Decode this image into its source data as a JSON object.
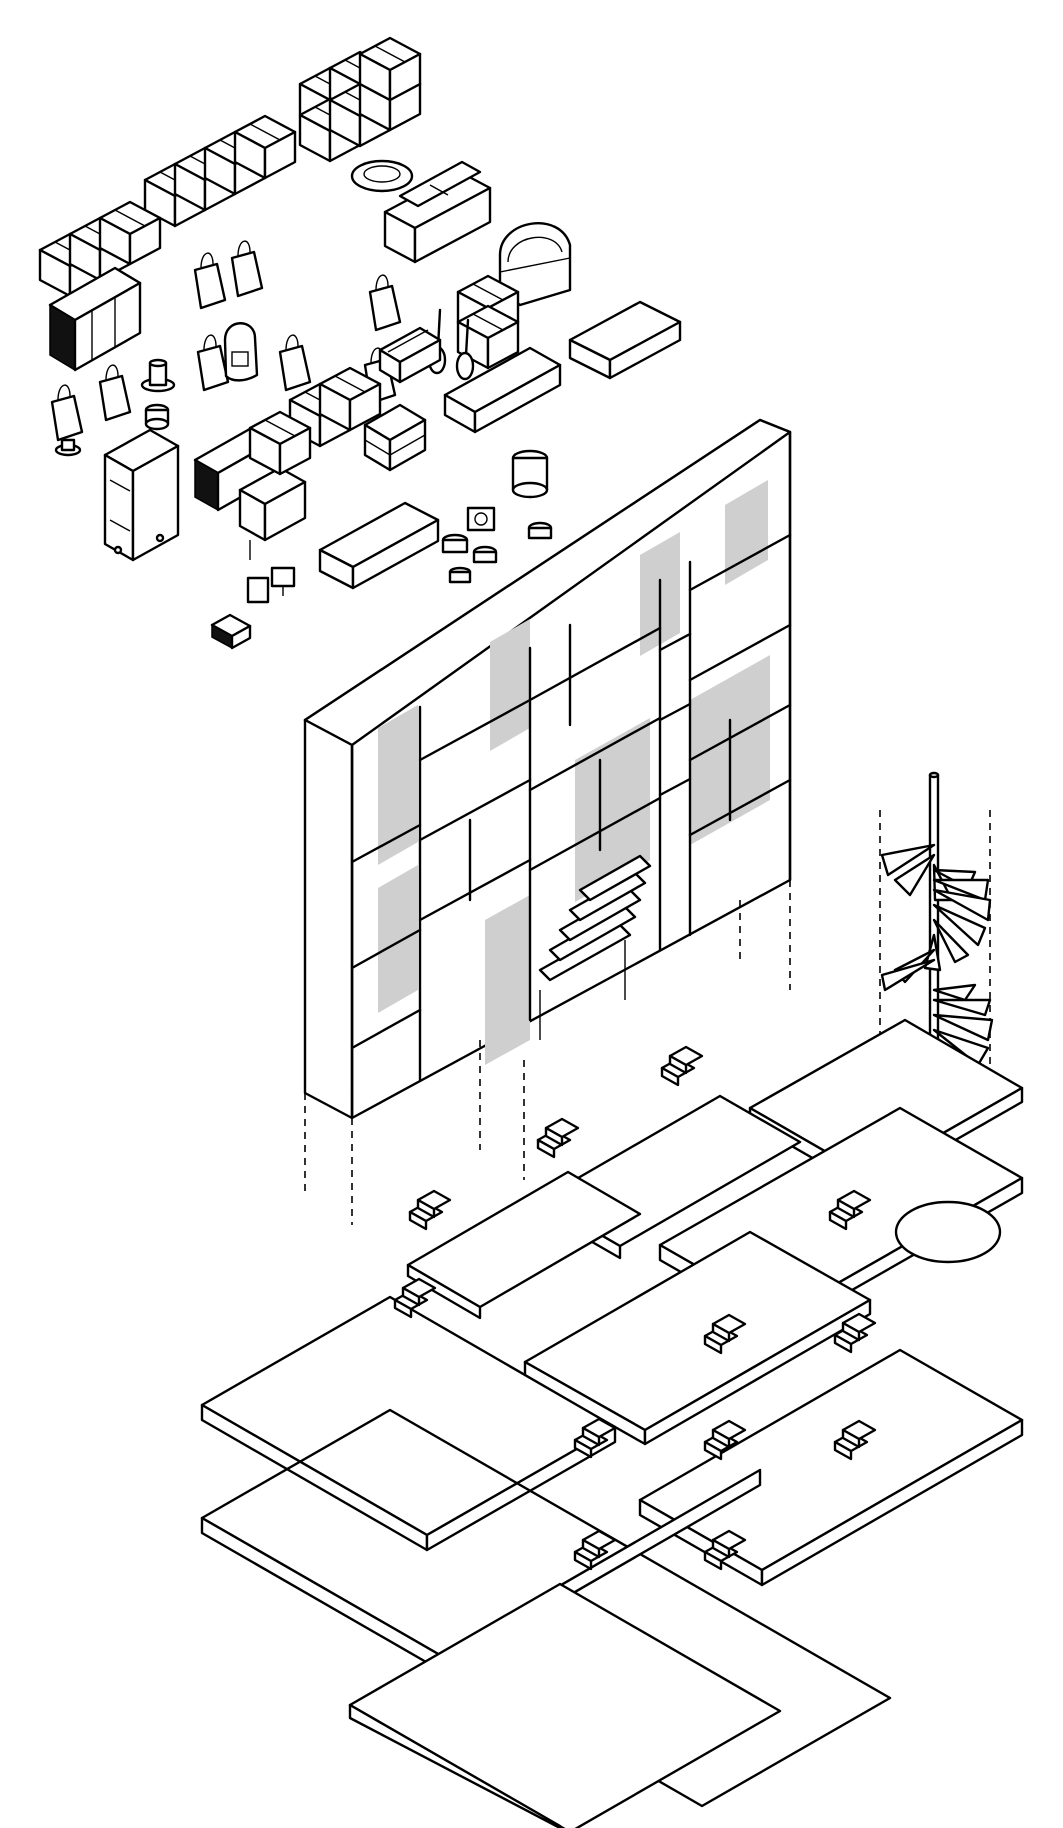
{
  "diagram": {
    "type": "exploded isometric axonometric",
    "colors": {
      "line": "#000000",
      "fill": "#ffffff",
      "shade": "#cfcfcf"
    },
    "groups": [
      {
        "id": "storage-objects",
        "icons": [
          "box-icon",
          "trunk-icon",
          "suitcase-icon",
          "bag-icon",
          "backpack-icon",
          "hat-icon",
          "sofa-icon",
          "ottoman-icon",
          "pet-bed-icon",
          "blanket-icon",
          "towel-stack-icon",
          "guitar-icon",
          "computer-icon",
          "pot-icon",
          "radio-icon",
          "bucket-icon"
        ]
      },
      {
        "id": "shelving-wall",
        "icons": [
          "bookshelf-icon",
          "stair-icon"
        ]
      },
      {
        "id": "spiral-stair",
        "icons": [
          "spiral-stair-icon"
        ]
      },
      {
        "id": "floor-plates",
        "icons": [
          "floor-slab-icon"
        ]
      }
    ]
  }
}
